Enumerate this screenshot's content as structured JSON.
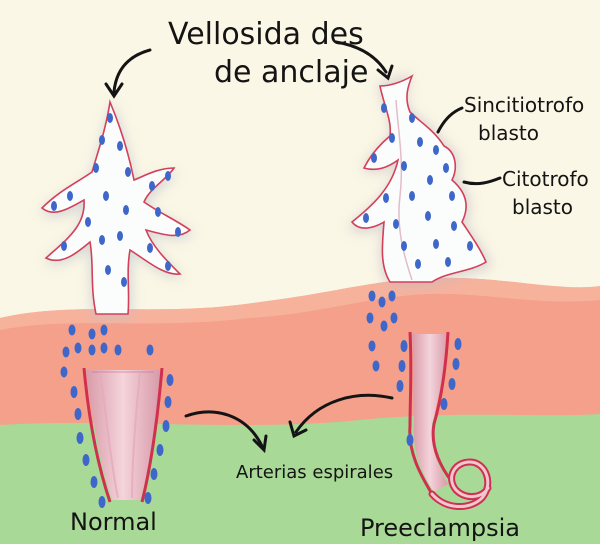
{
  "labels": {
    "title_line1": "Vellosida des",
    "title_line2": "de anclaje",
    "syncytio_line1": "Sincitiotrofo",
    "syncytio_line2": "blasto",
    "cyto_line1": "Citotrofo",
    "cyto_line2": "blasto",
    "arteries": "Arterias espirales",
    "normal": "Normal",
    "preeclampsia": "Preeclampsia"
  },
  "colors": {
    "background": "#fbf7e6",
    "decidua": "#f5a08a",
    "myometrium": "#a9d996",
    "villus_fill": "#fbfdfd",
    "villus_edge": "#d2405a",
    "cell_blue": "#3f67c9",
    "artery_fill": "#efc1cb",
    "artery_wall": "#d0304f",
    "ink": "#141414"
  }
}
